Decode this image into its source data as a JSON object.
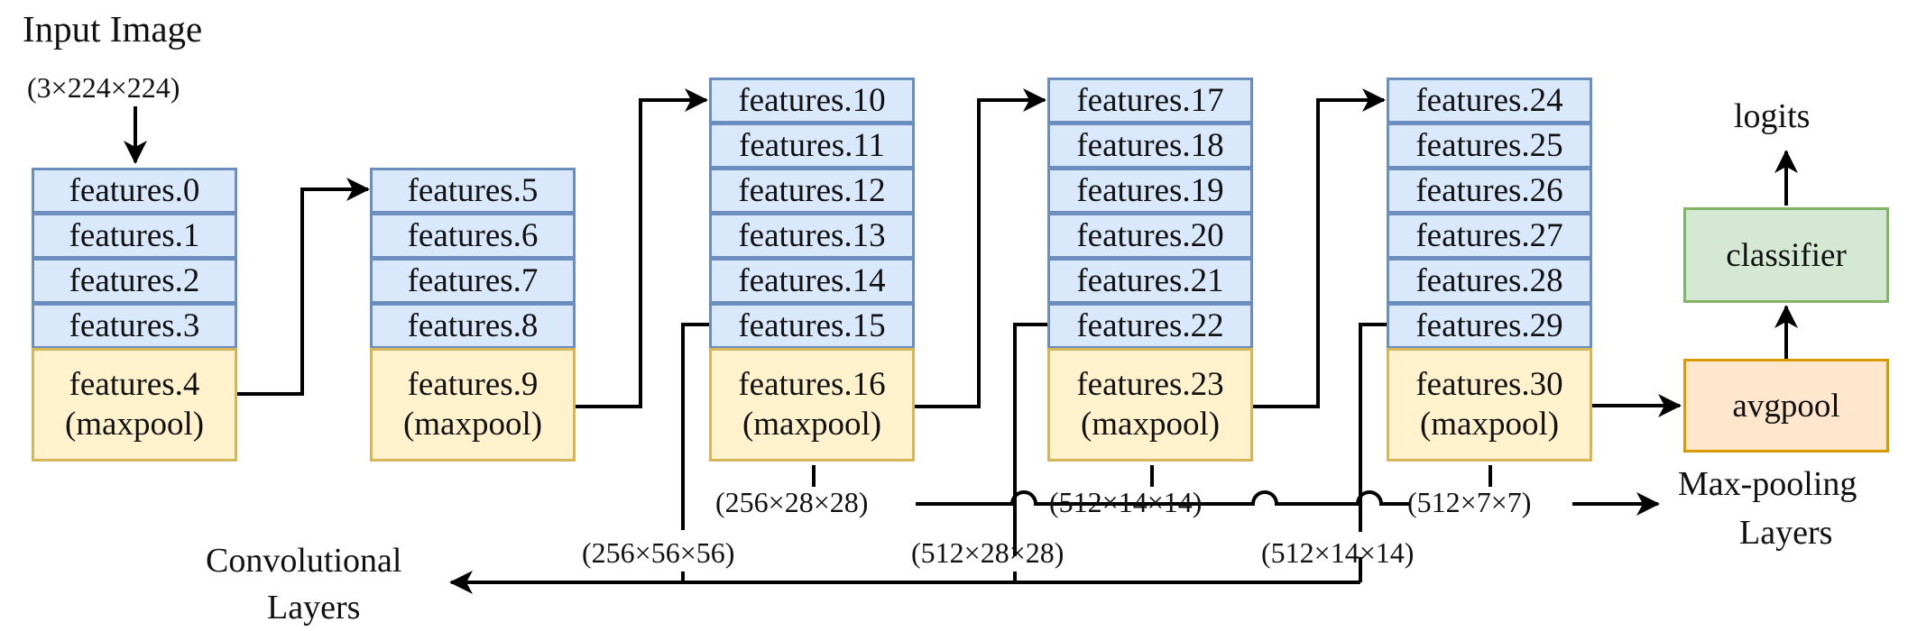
{
  "input": {
    "title": "Input Image",
    "shape": "(3×224×224)"
  },
  "stages": [
    {
      "conv": [
        "features.0",
        "features.1",
        "features.2",
        "features.3"
      ],
      "pool_name": "features.4",
      "pool_type": "(maxpool)"
    },
    {
      "conv": [
        "features.5",
        "features.6",
        "features.7",
        "features.8"
      ],
      "pool_name": "features.9",
      "pool_type": "(maxpool)"
    },
    {
      "conv": [
        "features.10",
        "features.11",
        "features.12",
        "features.13",
        "features.14",
        "features.15"
      ],
      "pool_name": "features.16",
      "pool_type": "(maxpool)"
    },
    {
      "conv": [
        "features.17",
        "features.18",
        "features.19",
        "features.20",
        "features.21",
        "features.22"
      ],
      "pool_name": "features.23",
      "pool_type": "(maxpool)"
    },
    {
      "conv": [
        "features.24",
        "features.25",
        "features.26",
        "features.27",
        "features.28",
        "features.29"
      ],
      "pool_name": "features.30",
      "pool_type": "(maxpool)"
    }
  ],
  "head": {
    "avgpool": "avgpool",
    "classifier": "classifier",
    "output": "logits"
  },
  "conv_outputs": [
    "(256×56×56)",
    "(512×28×28)",
    "(512×14×14)"
  ],
  "pool_outputs": [
    "(256×28×28)",
    "(512×14×14)",
    "(512×7×7)"
  ],
  "legend": {
    "conv_line1": "Convolutional",
    "conv_line2": "Layers",
    "pool_line1": "Max-pooling",
    "pool_line2": "Layers"
  },
  "colors": {
    "conv_fill": "#dae8fc",
    "conv_border": "#6c8ebf",
    "pool_fill": "#fff2cc",
    "pool_border": "#d6b656",
    "classifier_fill": "#d5e8d4",
    "classifier_border": "#82b366",
    "avgpool_fill": "#ffe6cc",
    "avgpool_border": "#d79b00"
  }
}
